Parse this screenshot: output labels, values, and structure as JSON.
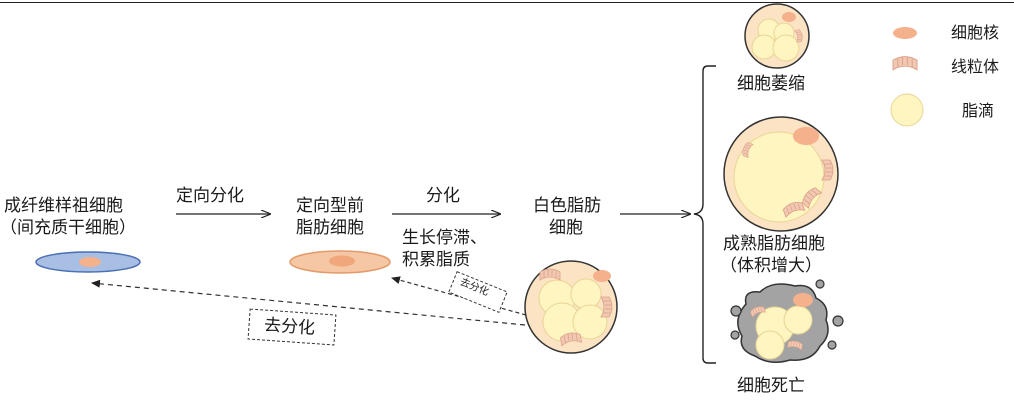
{
  "stages": {
    "progenitor": {
      "line1": "成纤维样祖细胞",
      "line2": "（间充质干细胞）"
    },
    "preadipocyte": {
      "line1": "定向型前",
      "line2": "脂肪细胞"
    },
    "white_adipocyte": {
      "line1": "白色脂肪",
      "line2": "细胞"
    }
  },
  "arrows": {
    "commitment": "定向分化",
    "differentiation": "分化",
    "differentiation_note": {
      "line1": "生长停滞、",
      "line2": "积累脂质"
    },
    "dedifferentiation_small": "去分化",
    "dedifferentiation_large": "去分化"
  },
  "fates": {
    "atrophy": "细胞萎缩",
    "mature": {
      "line1": "成熟脂肪细胞",
      "line2": "（体积增大）"
    },
    "death": "细胞死亡"
  },
  "legend": {
    "nucleus": "细胞核",
    "mitochondria": "线粒体",
    "lipid_droplet": "脂滴"
  },
  "colors": {
    "progenitor_fill": "#a8bfe3",
    "progenitor_stroke": "#4a6fb5",
    "preadipocyte_fill": "#f6c7a4",
    "preadipocyte_stroke": "#e39a6a",
    "nucleus": "#f5b08c",
    "cytoplasm": "#fbe3c4",
    "lipid": "#fff5c0",
    "mitochondria": "#f1c8b2",
    "dead_cell": "#a3a3a3"
  }
}
